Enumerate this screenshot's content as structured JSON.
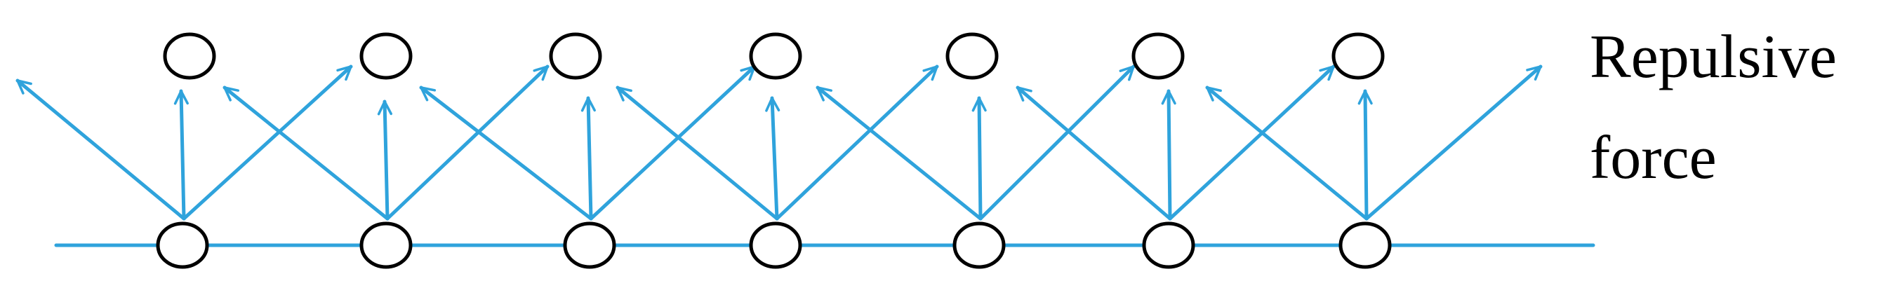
{
  "caption": {
    "line1": "Repulsive",
    "line2": "force"
  },
  "colors": {
    "arrow": "#2fa3dc",
    "baseline": "#2fa3dc",
    "node_stroke": "#000000",
    "node_fill": "#ffffff",
    "text": "#000000"
  },
  "diagram": {
    "surface_node_count": 7,
    "floating_node_count": 7,
    "arrows_per_surface_node": [
      "up-left",
      "up",
      "up-right"
    ]
  }
}
